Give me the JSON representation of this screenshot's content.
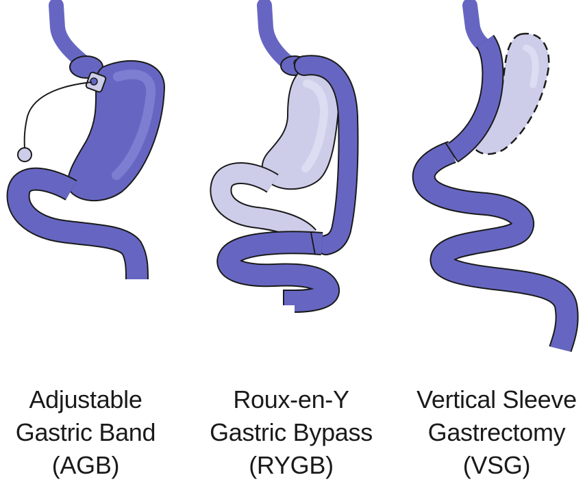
{
  "colors": {
    "organ": "#6666c2",
    "organ_highlight": "#7d7dd2",
    "organ_pale": "#cdcdea",
    "organ_pale_highlight": "#dcdcf2",
    "outline": "#1a1a1a",
    "text": "#1a1a1a",
    "background": "#ffffff"
  },
  "procedures": [
    {
      "id": "agb",
      "lines": [
        "Adjustable",
        "Gastric Band",
        "(AGB)"
      ]
    },
    {
      "id": "rygb",
      "lines": [
        "Roux-en-Y",
        "Gastric Bypass",
        "(RYGB)"
      ]
    },
    {
      "id": "vsg",
      "lines": [
        "Vertical Sleeve",
        "Gastrectomy",
        "(VSG)"
      ]
    }
  ]
}
